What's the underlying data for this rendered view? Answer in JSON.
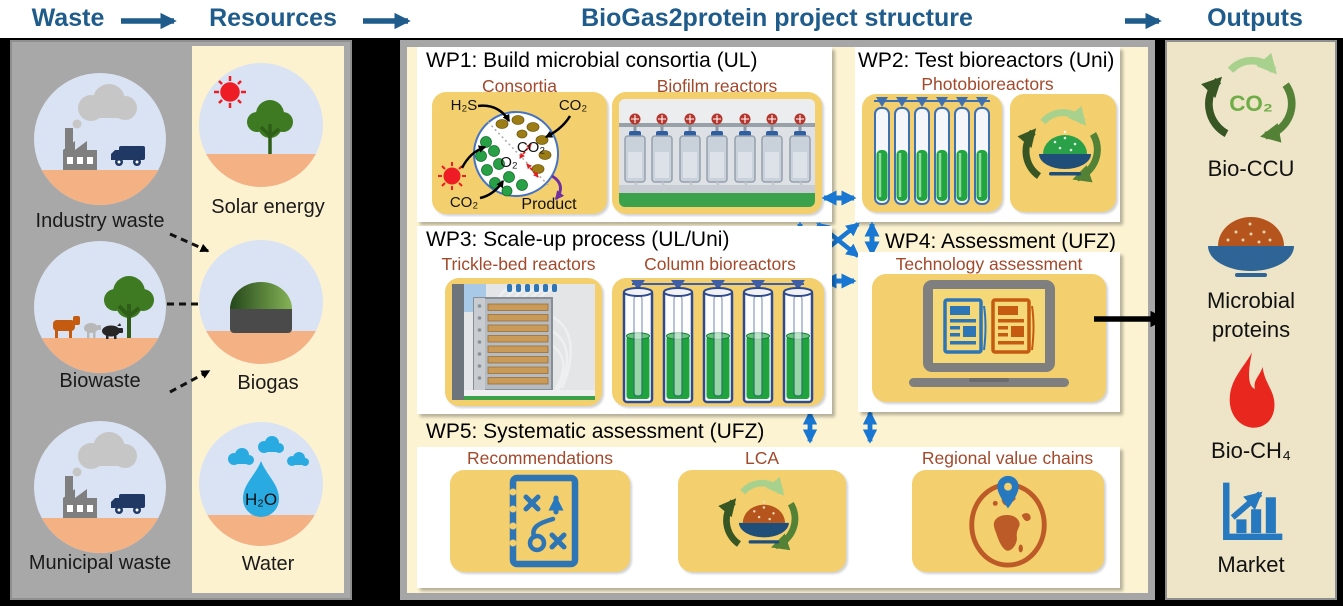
{
  "colors": {
    "header_blue": "#1F5C8B",
    "arrow_blue": "#1877D3",
    "label_brown": "#A3492B",
    "main_cream": "#FCF3D2",
    "resources_cream": "#FDF2D0",
    "outputs_tan": "#EEE5C9",
    "panel_gray": "#A8A8A8",
    "panel_yellow": "#F3CF6D",
    "ground_orange": "#F4B183",
    "circle_blue": "#DAE3F3",
    "water_blue": "#29ABE2",
    "truck_navy": "#1F3864",
    "tree_green": "#3E7A22",
    "flame_red": "#E8281E",
    "icon_blue": "#2679BF",
    "globe_brown": "#BC5B27"
  },
  "header": {
    "waste_label": "Waste",
    "resources_label": "Resources",
    "project_title": "BioGas2protein project structure",
    "outputs_label": "Outputs"
  },
  "waste_column": {
    "industry_label": "Industry waste",
    "biowaste_label": "Biowaste",
    "municipal_label": "Municipal waste"
  },
  "resources_column": {
    "solar_label": "Solar energy",
    "biogas_label": "Biogas",
    "water_label": "Water",
    "water_formula": "H₂O"
  },
  "flow_labels": {
    "ch4_subscript": "4",
    "co2_subscript": "2"
  },
  "wp1": {
    "title": "WP1: Build microbial consortia (UL)",
    "consortia_label": "Consortia",
    "biofilm_label": "Biofilm reactors",
    "diagram": {
      "h2s": "H₂S",
      "co2_in_top": "CO₂",
      "co2_center": "CO₂",
      "o2": "O₂",
      "co2_in_bottom": "CO₂",
      "product": "Product"
    }
  },
  "wp2": {
    "title": "WP2: Test bioreactors (Uni)",
    "photobioreactors_label": "Photobioreactors"
  },
  "wp3": {
    "title": "WP3: Scale-up process (UL/Uni)",
    "trickle_label": "Trickle-bed reactors",
    "column_label": "Column bioreactors"
  },
  "wp4": {
    "title": "WP4: Assessment (UFZ)",
    "tech_label": "Technology assessment"
  },
  "wp5": {
    "title": "WP5: Systematic assessment (UFZ)",
    "recommendations_label": "Recommendations",
    "lca_label": "LCA",
    "regional_label": "Regional value chains"
  },
  "outputs_column": {
    "co2_text": "CO₂",
    "bio_ccu_label": "Bio-CCU",
    "proteins_label": "Microbial proteins",
    "bio_ch4_label": "Bio-CH₄",
    "market_label": "Market"
  }
}
